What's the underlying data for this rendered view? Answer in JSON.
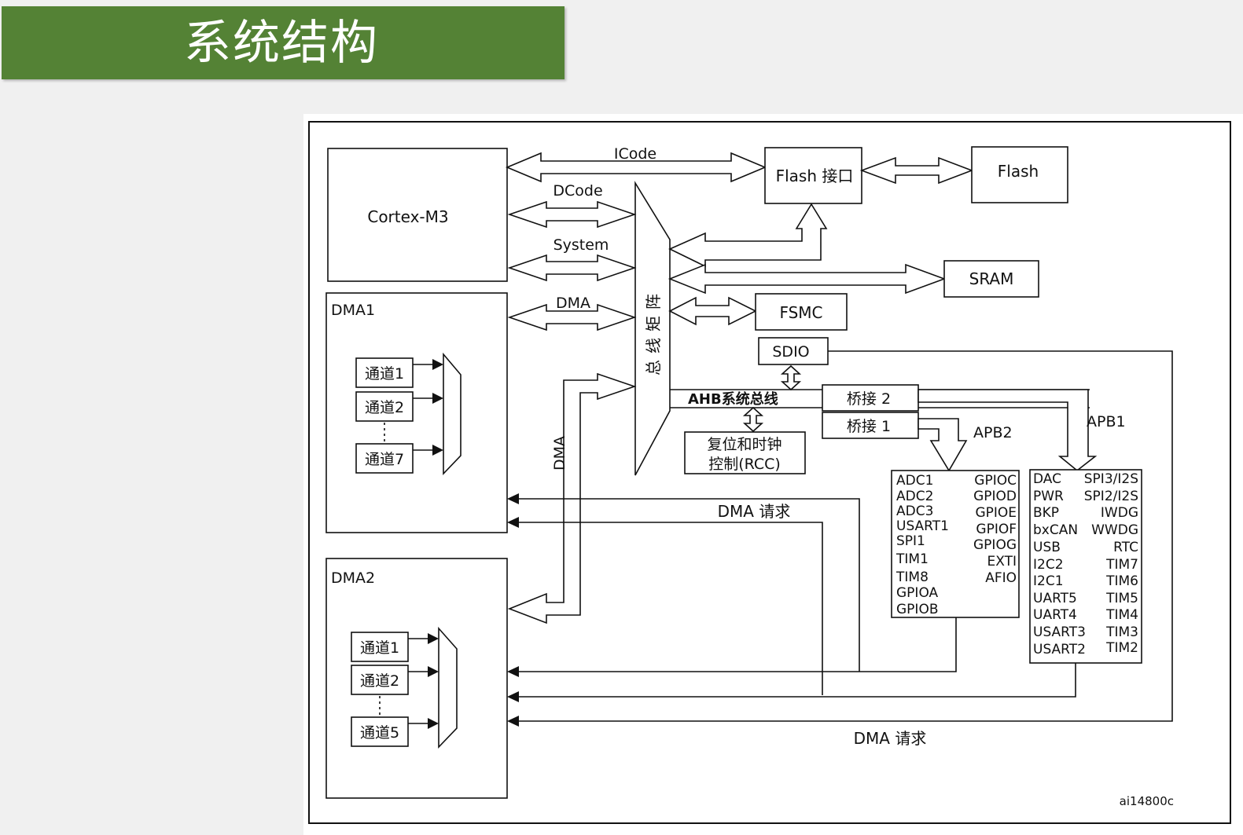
{
  "title": "系统结构",
  "diagram": {
    "cortex": "Cortex-M3",
    "icode": "ICode",
    "dcode": "DCode",
    "system": "System",
    "dma_bus": "DMA",
    "dma_vertical": "DMA",
    "bus_matrix": "总线矩阵",
    "flash_interface": "Flash 接口",
    "flash": "Flash",
    "sram": "SRAM",
    "fsmc": "FSMC",
    "sdio": "SDIO",
    "ahb_bus": "AHB系统总线",
    "rcc_line1": "复位和时钟",
    "rcc_line2": "控制(RCC)",
    "bridge2": "桥接 2",
    "bridge1": "桥接 1",
    "apb2": "APB2",
    "apb1": "APB1",
    "dma1": "DMA1",
    "dma2": "DMA2",
    "dma1_channels": [
      "通道1",
      "通道2",
      "通道7"
    ],
    "dma2_channels": [
      "通道1",
      "通道2",
      "通道5"
    ],
    "dma_request_1": "DMA 请求",
    "dma_request_2": "DMA 请求",
    "apb2_left": [
      "ADC1",
      "ADC2",
      "ADC3",
      "USART1",
      "SPI1",
      "TIM1",
      "TIM8",
      "GPIOA",
      "GPIOB"
    ],
    "apb2_right": [
      "GPIOC",
      "GPIOD",
      "GPIOE",
      "GPIOF",
      "GPIOG",
      "EXTI",
      "AFIO"
    ],
    "apb1_left": [
      "DAC",
      "PWR",
      "BKP",
      "bxCAN",
      "USB",
      "I2C2",
      "I2C1",
      "UART5",
      "UART4",
      "USART3",
      "USART2"
    ],
    "apb1_right": [
      "SPI3/I2S",
      "SPI2/I2S",
      "IWDG",
      "WWDG",
      "RTC",
      "TIM7",
      "TIM6",
      "TIM5",
      "TIM4",
      "TIM3",
      "TIM2"
    ],
    "figure_id": "ai14800c"
  }
}
